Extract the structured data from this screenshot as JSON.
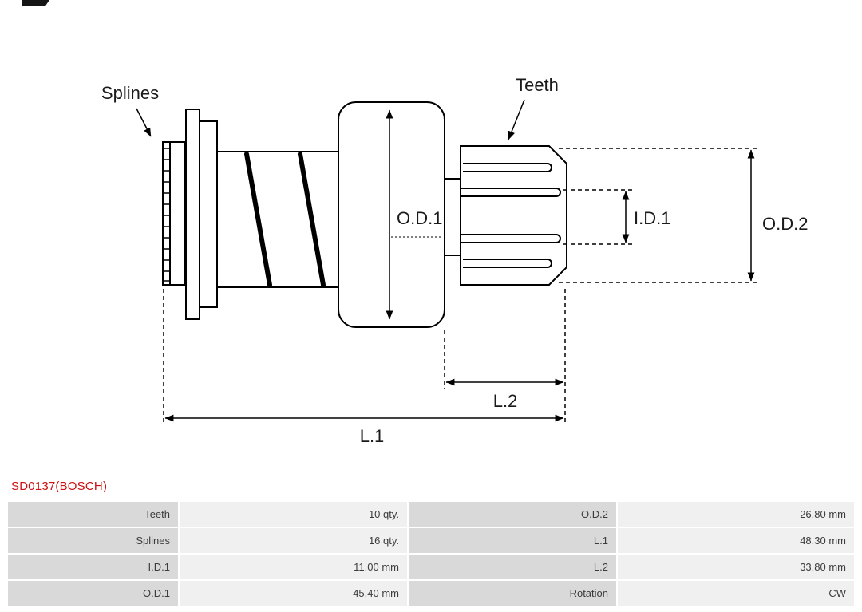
{
  "colors": {
    "accent": "#cc1111",
    "drawing_line": "#000000",
    "table_label_bg": "#d9d9d9",
    "table_value_bg": "#f0f0f0"
  },
  "diagram": {
    "labels": {
      "splines": "Splines",
      "teeth": "Teeth",
      "od1": "O.D.1",
      "id1": "I.D.1",
      "od2": "O.D.2",
      "l2": "L.2",
      "l1": "L.1"
    }
  },
  "product": {
    "code": "SD0137(BOSCH)"
  },
  "spec_table": {
    "rows": [
      [
        "Teeth",
        "10 qty.",
        "O.D.2",
        "26.80 mm"
      ],
      [
        "Splines",
        "16 qty.",
        "L.1",
        "48.30 mm"
      ],
      [
        "I.D.1",
        "11.00 mm",
        "L.2",
        "33.80 mm"
      ],
      [
        "O.D.1",
        "45.40 mm",
        "Rotation",
        "CW"
      ]
    ]
  }
}
